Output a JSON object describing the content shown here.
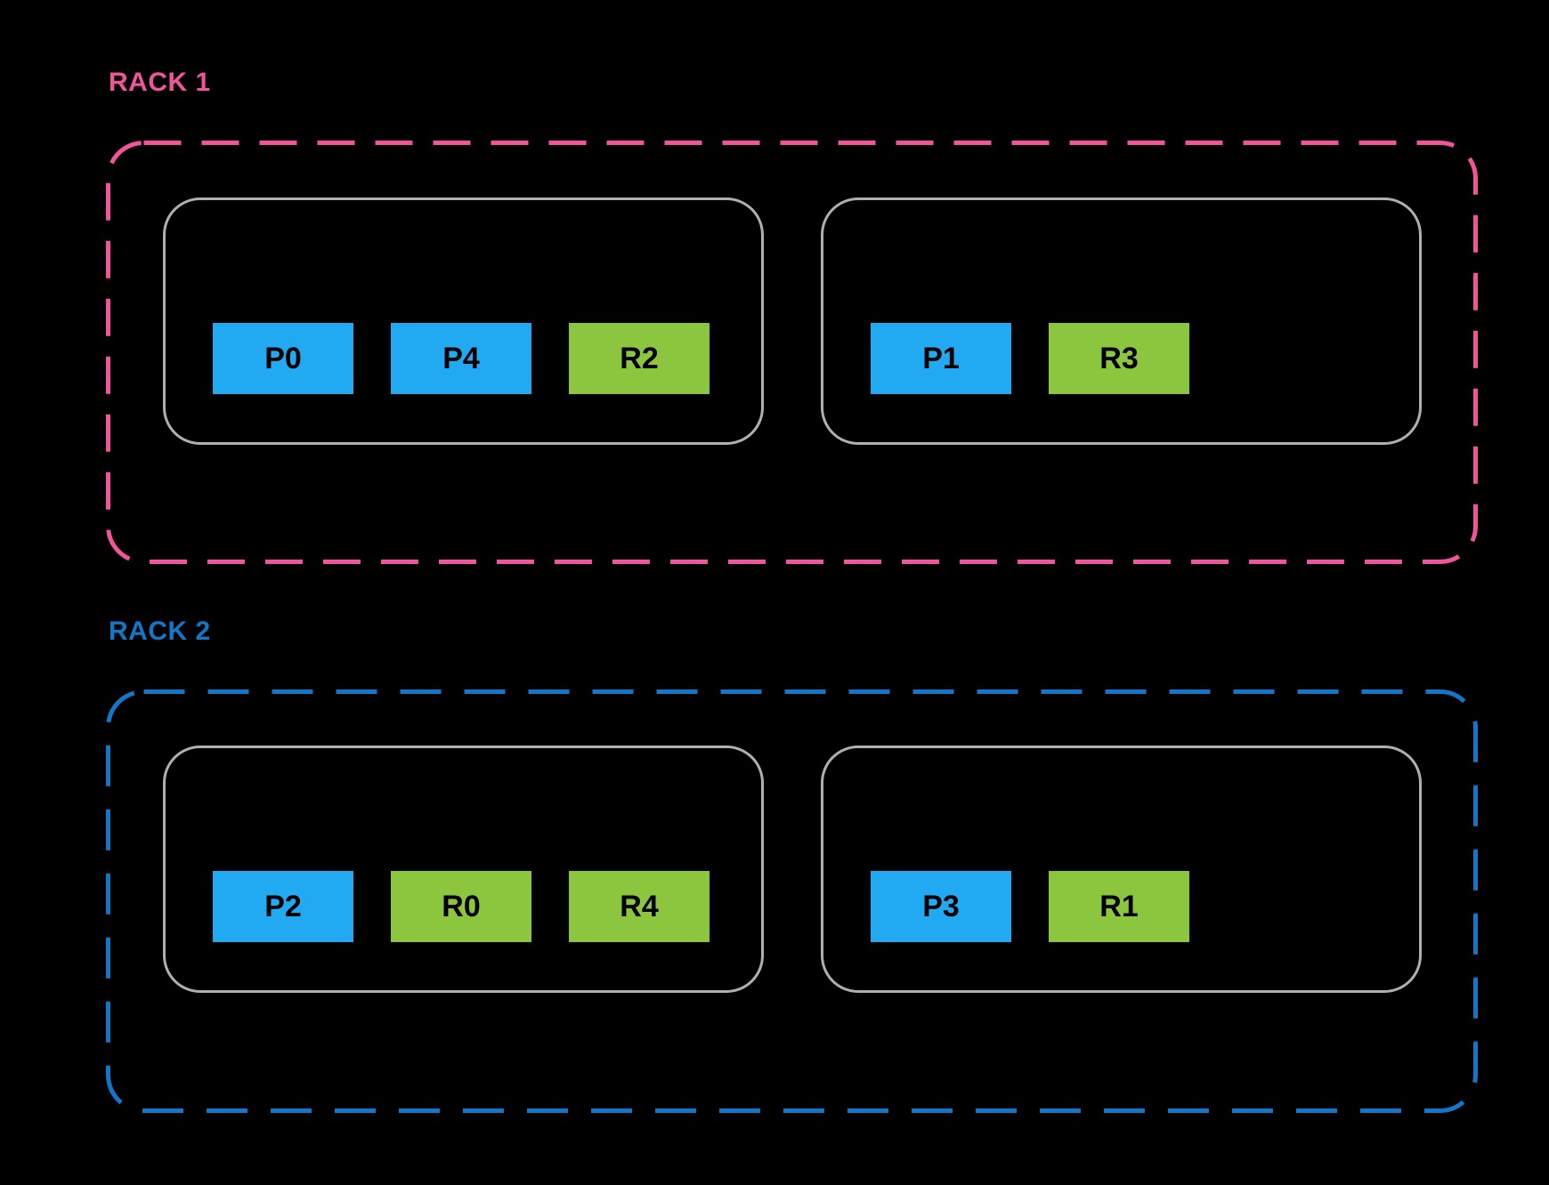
{
  "colors": {
    "background": "#000000",
    "rack1_accent": "#F0549A",
    "rack2_accent": "#1277C9",
    "primary_shard": "#21A9F1",
    "replica_shard": "#8CC63F",
    "host_border": "#AFAFAF",
    "shard_text": "#000000"
  },
  "racks": [
    {
      "label": "RACK 1",
      "accent_color": "#F0549A",
      "hosts": [
        {
          "shards": [
            {
              "label": "P0",
              "type": "primary"
            },
            {
              "label": "P4",
              "type": "primary"
            },
            {
              "label": "R2",
              "type": "replica"
            }
          ]
        },
        {
          "shards": [
            {
              "label": "P1",
              "type": "primary"
            },
            {
              "label": "R3",
              "type": "replica"
            }
          ]
        }
      ]
    },
    {
      "label": "RACK 2",
      "accent_color": "#1277C9",
      "hosts": [
        {
          "shards": [
            {
              "label": "P2",
              "type": "primary"
            },
            {
              "label": "R0",
              "type": "replica"
            },
            {
              "label": "R4",
              "type": "replica"
            }
          ]
        },
        {
          "shards": [
            {
              "label": "P3",
              "type": "primary"
            },
            {
              "label": "R1",
              "type": "replica"
            }
          ]
        }
      ]
    }
  ]
}
